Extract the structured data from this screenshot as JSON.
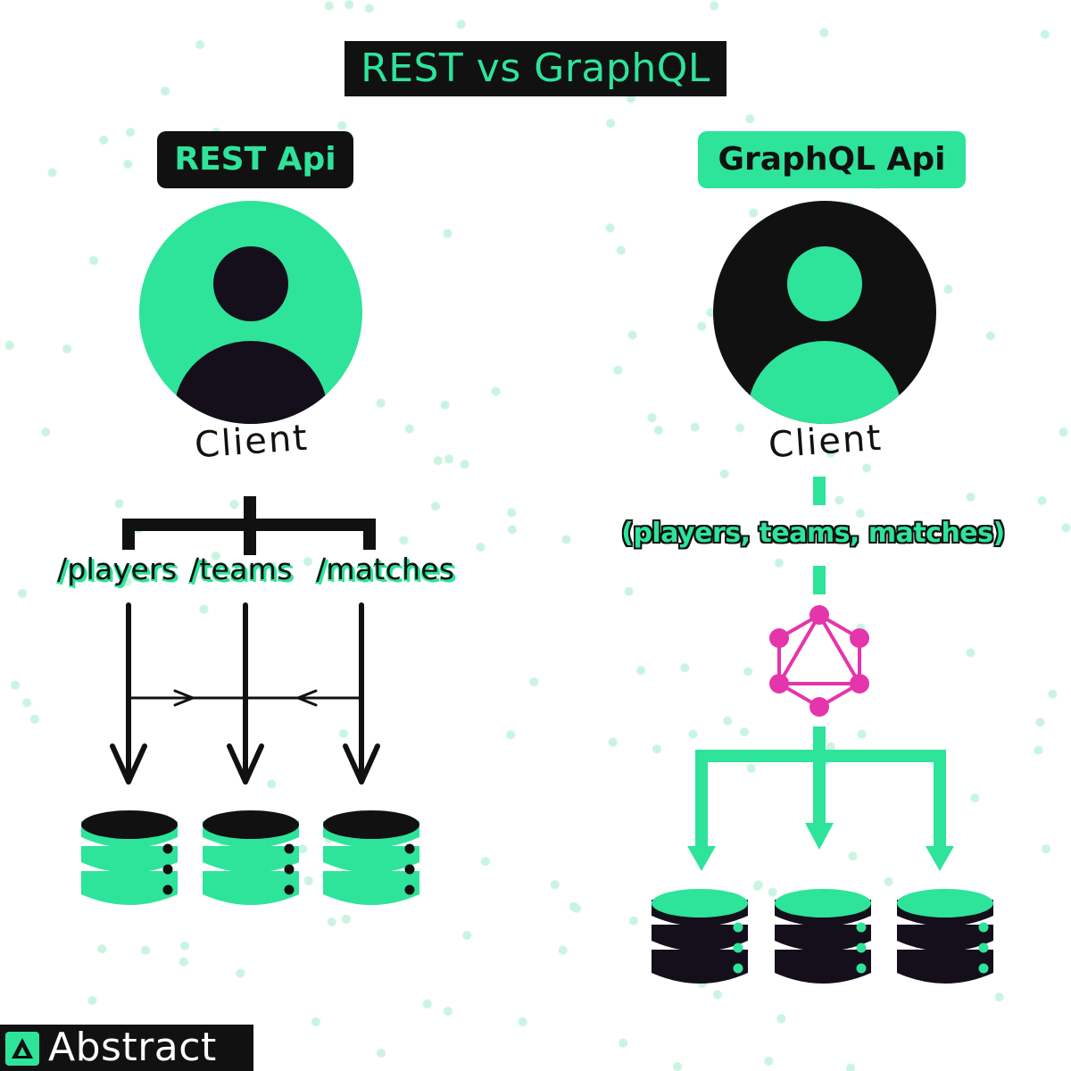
{
  "title": "REST vs GraphQL",
  "rest": {
    "heading": "REST Api",
    "client_label": "Client",
    "endpoints": [
      "/players",
      "/teams",
      "/matches"
    ]
  },
  "graphql": {
    "heading": "GraphQL Api",
    "client_label": "Client",
    "query": "(players, teams, matches)"
  },
  "brand": {
    "name": "Abstract"
  },
  "colors": {
    "accent": "#2ee39a",
    "dark": "#111111",
    "graphql_pink": "#e535ab"
  },
  "icons": [
    "client-avatar-icon",
    "database-icon",
    "graphql-logo-icon",
    "abstract-logo-icon"
  ]
}
